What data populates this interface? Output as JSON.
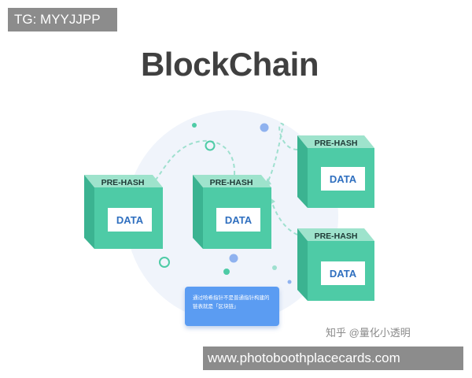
{
  "watermark_tag": "TG: MYYJJPP",
  "title": "BlockChain",
  "blocks": [
    {
      "prehash": "PRE-HASH",
      "data": "DATA"
    },
    {
      "prehash": "PRE-HASH",
      "data": "DATA"
    },
    {
      "prehash": "PRE-HASH",
      "data": "DATA"
    },
    {
      "prehash": "PRE-HASH",
      "data": "DATA"
    }
  ],
  "note_text": "通过哈希指针不是普通指针构建的链表就是「区块链」",
  "credit": "知乎 @量化小透明",
  "watermark_url": "www.photoboothplacecards.com",
  "colors": {
    "block_front": "#4ecba6",
    "block_side": "#3bb391",
    "block_top": "#9ee3cc",
    "link_dash": "#9fe0cf",
    "note_bg": "#5b9cf2",
    "data_text": "#2f6fbf"
  }
}
